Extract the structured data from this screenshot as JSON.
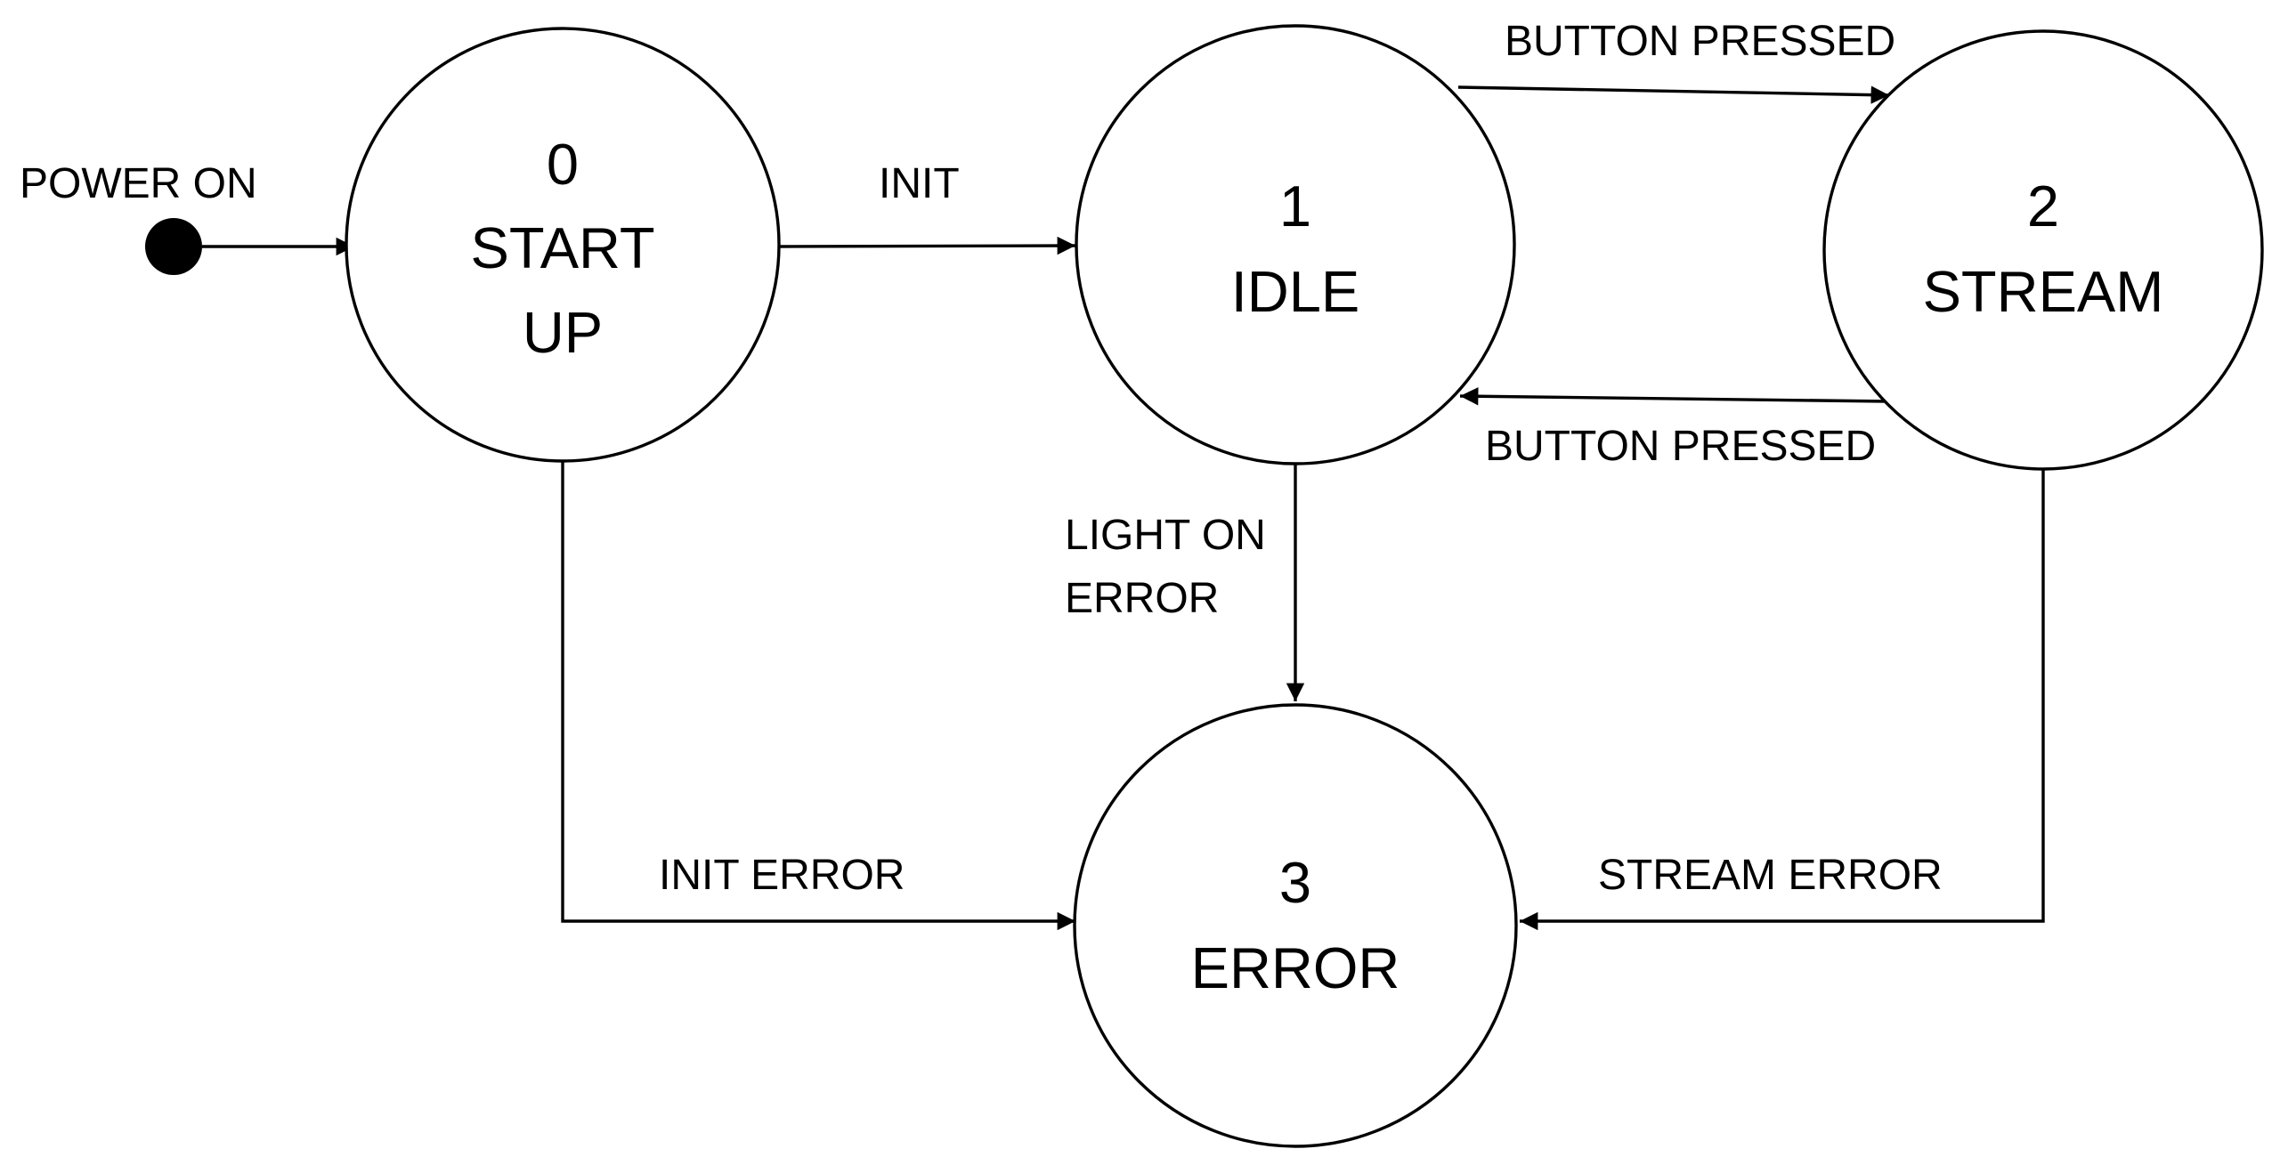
{
  "states": [
    {
      "id": "0",
      "lines": [
        "0",
        "START",
        "UP"
      ]
    },
    {
      "id": "1",
      "lines": [
        "1",
        "IDLE"
      ]
    },
    {
      "id": "2",
      "lines": [
        "2",
        "STREAM"
      ]
    },
    {
      "id": "3",
      "lines": [
        "3",
        "ERROR"
      ]
    }
  ],
  "transitions": [
    {
      "from": "initial",
      "to": "0",
      "label": [
        "POWER ON"
      ]
    },
    {
      "from": "0",
      "to": "1",
      "label": [
        "INIT"
      ]
    },
    {
      "from": "1",
      "to": "2",
      "label": [
        "BUTTON PRESSED"
      ]
    },
    {
      "from": "2",
      "to": "1",
      "label": [
        "BUTTON PRESSED"
      ]
    },
    {
      "from": "1",
      "to": "3",
      "label": [
        "LIGHT ON",
        "ERROR"
      ]
    },
    {
      "from": "0",
      "to": "3",
      "label": [
        "INIT ERROR"
      ]
    },
    {
      "from": "2",
      "to": "3",
      "label": [
        "STREAM ERROR"
      ]
    }
  ]
}
